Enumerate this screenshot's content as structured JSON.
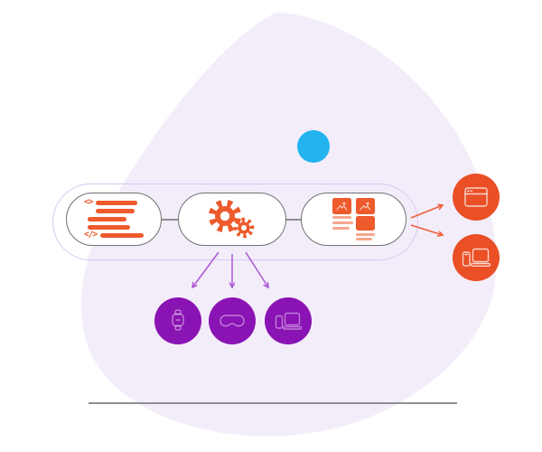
{
  "colors": {
    "background": "#ffffff",
    "blob": "#f3edfa",
    "orange": "#ed5a2c",
    "orange_light": "#f5a88c",
    "orange_circle": "#ea4f25",
    "orange_arrow": "#ef6038",
    "purple": "#8a13b4",
    "purple_arrow": "#ab57d4",
    "blue": "#23b4f0",
    "pill_border": "#707070",
    "outer_border": "#dcc6f0",
    "line": "#8f8f8f"
  },
  "pipeline": {
    "stages": [
      {
        "name": "source-code",
        "icon": "code-icon",
        "glyphs": {
          "open": "<>",
          "close": "</>"
        }
      },
      {
        "name": "processing",
        "icon": "gears-icon"
      },
      {
        "name": "wireframe-layout",
        "icon": "wireframe-layout-icon"
      }
    ]
  },
  "right_outputs": [
    {
      "name": "web-browser",
      "icon": "browser-window-icon"
    },
    {
      "name": "phone-and-laptop",
      "icon": "phone-laptop-icon"
    }
  ],
  "bottom_outputs": [
    {
      "name": "smartwatch",
      "icon": "smartwatch-icon"
    },
    {
      "name": "vr-headset",
      "icon": "vr-headset-icon"
    },
    {
      "name": "phone-and-laptop",
      "icon": "phone-laptop-icon"
    }
  ],
  "decor": {
    "blue_dot": true,
    "background_blob": true,
    "baseline_rule": true
  }
}
